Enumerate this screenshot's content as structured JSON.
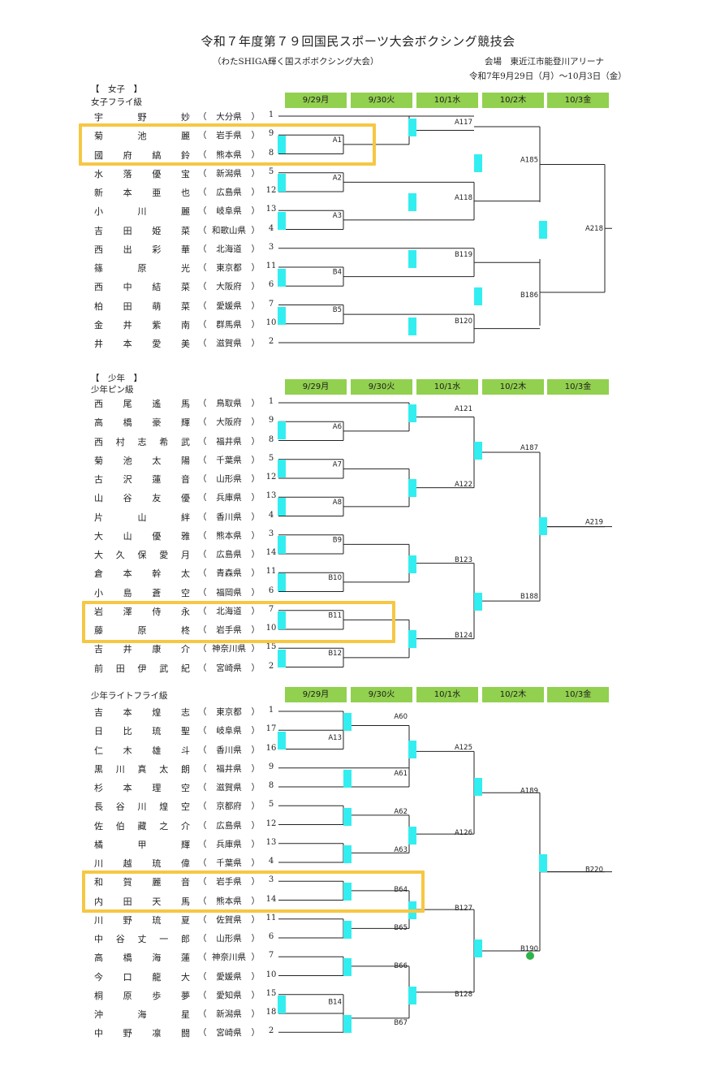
{
  "header": {
    "title": "令和７年度第７９回国民スポーツ大会ボクシング競技会",
    "subtitle": "（わたSHIGA輝く国スポボクシング大会）",
    "venue": "会場　東近江市能登川アリーナ",
    "dates": "令和7年9月29日（月）～10月3日（金）"
  },
  "days": [
    "9/29月",
    "9/30火",
    "10/1水",
    "10/2木",
    "10/3金"
  ],
  "colors": {
    "day_header": "#92d050",
    "corner_mark": "#33eef0",
    "highlight": "#f6c744",
    "dot": "#2db34a"
  },
  "sections": [
    {
      "group_label": "【　女子　】",
      "class_label": "女子フライ級",
      "players": [
        {
          "name": "宇野妙",
          "pref": "大分県",
          "seed": "1"
        },
        {
          "name": "菊池麗",
          "pref": "岩手県",
          "seed": "9"
        },
        {
          "name": "國府縞鈴",
          "pref": "熊本県",
          "seed": "8"
        },
        {
          "name": "水落優宝",
          "pref": "新潟県",
          "seed": "5"
        },
        {
          "name": "新本亜也",
          "pref": "広島県",
          "seed": "12"
        },
        {
          "name": "小川麗",
          "pref": "岐阜県",
          "seed": "13"
        },
        {
          "name": "吉田姫菜",
          "pref": "和歌山県",
          "seed": "4"
        },
        {
          "name": "西出彩華",
          "pref": "北海道",
          "seed": "3"
        },
        {
          "name": "篠原光",
          "pref": "東京都",
          "seed": "11"
        },
        {
          "name": "西中結菜",
          "pref": "大阪府",
          "seed": "6"
        },
        {
          "name": "柏田萌菜",
          "pref": "愛媛県",
          "seed": "7"
        },
        {
          "name": "金井紫南",
          "pref": "群馬県",
          "seed": "10"
        },
        {
          "name": "井本愛美",
          "pref": "滋賀県",
          "seed": "2"
        }
      ],
      "matches": [
        "A1",
        "A2",
        "A3",
        "B4",
        "B5",
        "A117",
        "A118",
        "B119",
        "B120",
        "A185",
        "B186",
        "A218"
      ]
    },
    {
      "group_label": "【　少年　】",
      "class_label": "少年ピン級",
      "players": [
        {
          "name": "西尾遙馬",
          "pref": "鳥取県",
          "seed": "1"
        },
        {
          "name": "高橋豪輝",
          "pref": "大阪府",
          "seed": "9"
        },
        {
          "name": "西村志希武",
          "pref": "福井県",
          "seed": "8"
        },
        {
          "name": "菊池太陽",
          "pref": "千葉県",
          "seed": "5"
        },
        {
          "name": "古沢蓮音",
          "pref": "山形県",
          "seed": "12"
        },
        {
          "name": "山谷友優",
          "pref": "兵庫県",
          "seed": "13"
        },
        {
          "name": "片山絆",
          "pref": "香川県",
          "seed": "4"
        },
        {
          "name": "大山優雅",
          "pref": "熊本県",
          "seed": "3"
        },
        {
          "name": "大久保愛月",
          "pref": "広島県",
          "seed": "14"
        },
        {
          "name": "倉本幹太",
          "pref": "青森県",
          "seed": "11"
        },
        {
          "name": "小島蒼空",
          "pref": "福岡県",
          "seed": "6"
        },
        {
          "name": "岩澤侍永",
          "pref": "北海道",
          "seed": "7"
        },
        {
          "name": "藤原柊",
          "pref": "岩手県",
          "seed": "10"
        },
        {
          "name": "吉井康介",
          "pref": "神奈川県",
          "seed": "15"
        },
        {
          "name": "前田伊武紀",
          "pref": "宮崎県",
          "seed": "2"
        }
      ],
      "matches": [
        "A6",
        "A7",
        "A8",
        "B9",
        "B10",
        "B11",
        "B12",
        "A121",
        "A122",
        "B123",
        "B124",
        "A187",
        "B188",
        "A219"
      ]
    },
    {
      "group_label": "",
      "class_label": "少年ライトフライ級",
      "players": [
        {
          "name": "吉本煌志",
          "pref": "東京都",
          "seed": "1"
        },
        {
          "name": "日比琉聖",
          "pref": "岐阜県",
          "seed": "17"
        },
        {
          "name": "仁木雄斗",
          "pref": "香川県",
          "seed": "16"
        },
        {
          "name": "黒川真太朗",
          "pref": "福井県",
          "seed": "9"
        },
        {
          "name": "杉本理空",
          "pref": "滋賀県",
          "seed": "8"
        },
        {
          "name": "長谷川煌空",
          "pref": "京都府",
          "seed": "5"
        },
        {
          "name": "佐伯藏之介",
          "pref": "広島県",
          "seed": "12"
        },
        {
          "name": "橘甲輝",
          "pref": "兵庫県",
          "seed": "13"
        },
        {
          "name": "川越琉偉",
          "pref": "千葉県",
          "seed": "4"
        },
        {
          "name": "和賀麗音",
          "pref": "岩手県",
          "seed": "3"
        },
        {
          "name": "内田天馬",
          "pref": "熊本県",
          "seed": "14"
        },
        {
          "name": "川野琉夏",
          "pref": "佐賀県",
          "seed": "11"
        },
        {
          "name": "中谷丈一郎",
          "pref": "山形県",
          "seed": "6"
        },
        {
          "name": "高橋海蓮",
          "pref": "神奈川県",
          "seed": "7"
        },
        {
          "name": "今口龍大",
          "pref": "愛媛県",
          "seed": "10"
        },
        {
          "name": "桐原歩夢",
          "pref": "愛知県",
          "seed": "15"
        },
        {
          "name": "沖海星",
          "pref": "新潟県",
          "seed": "18"
        },
        {
          "name": "中野凛闘",
          "pref": "宮崎県",
          "seed": "2"
        }
      ],
      "matches": [
        "A13",
        "A60",
        "A61",
        "A62",
        "A63",
        "B64",
        "B65",
        "B66",
        "B67",
        "B14",
        "A125",
        "A126",
        "B127",
        "B128",
        "A189",
        "B190",
        "B220"
      ]
    }
  ]
}
